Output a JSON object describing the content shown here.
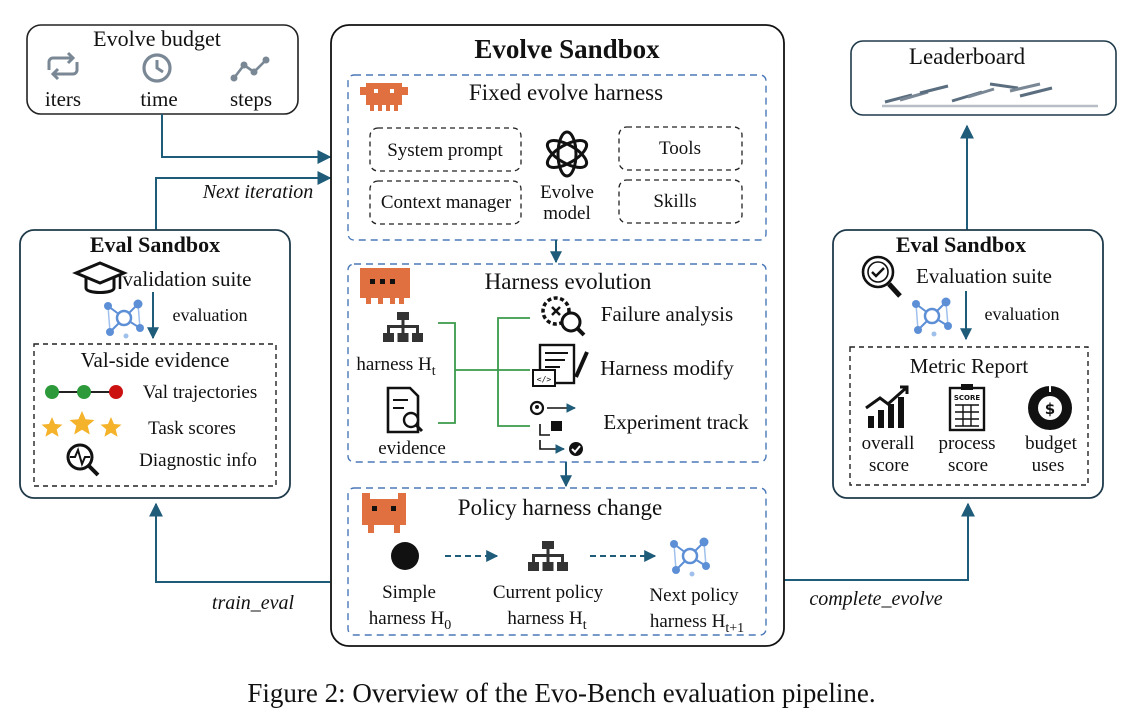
{
  "budget": {
    "title": "Evolve budget",
    "items": [
      {
        "label": "iters",
        "icon": "repeat-icon"
      },
      {
        "label": "time",
        "icon": "clock-icon"
      },
      {
        "label": "steps",
        "icon": "steps-icon"
      }
    ]
  },
  "next_iteration": "Next iteration",
  "eval_left": {
    "title": "Eval Sandbox",
    "suite": "validation suite",
    "evaluation": "evaluation",
    "evidence_title": "Val-side evidence",
    "evidence_items": [
      "Val trajectories",
      "Task scores",
      "Diagnostic info"
    ]
  },
  "train_eval": "train_eval",
  "sandbox": {
    "title": "Evolve Sandbox",
    "fixed": {
      "title": "Fixed evolve harness",
      "system_prompt": "System prompt",
      "context_manager": "Context manager",
      "model_line1": "Evolve",
      "model_line2": "model",
      "tools": "Tools",
      "skills": "Skills"
    },
    "evolution": {
      "title": "Harness evolution",
      "harness_label": "harness H",
      "harness_sub": "t",
      "evidence_label": "evidence",
      "steps": [
        "Failure analysis",
        "Harness modify",
        "Experiment track"
      ]
    },
    "policy": {
      "title": "Policy harness change",
      "simple_l1": "Simple",
      "simple_l2": "harness H",
      "simple_sub": "0",
      "current_l1": "Current policy",
      "current_l2": "harness H",
      "current_sub": "t",
      "next_l1": "Next policy",
      "next_l2": "harness H",
      "next_sub": "t+1"
    }
  },
  "leaderboard": "Leaderboard",
  "eval_right": {
    "title": "Eval Sandbox",
    "suite": "Evaluation suite",
    "evaluation": "evaluation",
    "report_title": "Metric Report",
    "metrics": [
      {
        "l1": "overall",
        "l2": "score"
      },
      {
        "l1": "process",
        "l2": "score"
      },
      {
        "l1": "budget",
        "l2": "uses"
      }
    ],
    "score_badge": "SCORE"
  },
  "complete_evolve": "complete_evolve",
  "caption": "Figure 2: Overview of the Evo-Bench evaluation pipeline.",
  "colors": {
    "arrow": "#1f5c7a",
    "dashed_blue": "#4a78b8",
    "crab": "#e0703f",
    "network": "#5d8fd6",
    "green_line": "#3a9a4a",
    "red_dot": "#cc1111",
    "green_dot": "#2c9a3a",
    "star": "#f4b32a",
    "icon_gray": "#7a8896",
    "icon_dark": "#222222"
  }
}
